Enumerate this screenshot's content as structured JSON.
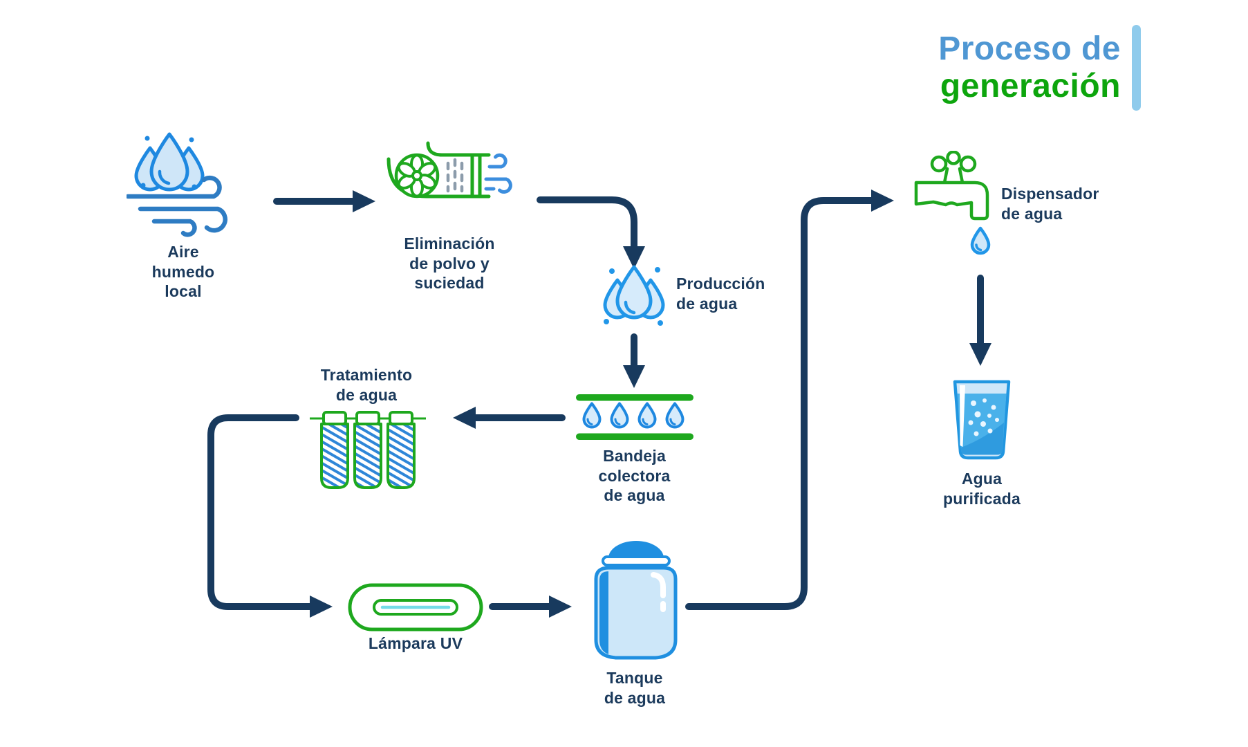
{
  "title": {
    "part1": "Proceso de",
    "part2": "generación"
  },
  "nodes": {
    "aire": {
      "label": "Aire\nhumedo\nlocal"
    },
    "eliminacion": {
      "label": "Eliminación\nde polvo y\nsuciedad"
    },
    "produccion": {
      "label": "Producción\nde agua"
    },
    "bandeja": {
      "label": "Bandeja\ncolectora\nde agua"
    },
    "tratamiento": {
      "label": "Tratamiento\nde agua"
    },
    "lampara": {
      "label": "Lámpara UV"
    },
    "tanque": {
      "label": "Tanque\nde agua"
    },
    "dispensador": {
      "label": "Dispensador\nde agua"
    },
    "vaso": {
      "label": "Agua\npurificada"
    }
  },
  "icons": {
    "aire": "humid-air-drops-wind-icon",
    "eliminacion": "fan-dust-filter-icon",
    "produccion": "water-drops-icon",
    "bandeja": "collector-tray-drops-icon",
    "tratamiento": "filter-cartridges-icon",
    "lampara": "uv-lamp-icon",
    "tanque": "water-tank-icon",
    "dispensador": "faucet-drop-icon",
    "vaso": "glass-of-water-icon"
  },
  "colors": {
    "arrow_navy": "#183a5e",
    "text_navy": "#1b3a5c",
    "title_blue": "#4f97d3",
    "title_green": "#0da50d",
    "icon_green": "#1ea81e",
    "icon_blue": "#1e88e0",
    "accent_bar": "#8fcbec"
  }
}
